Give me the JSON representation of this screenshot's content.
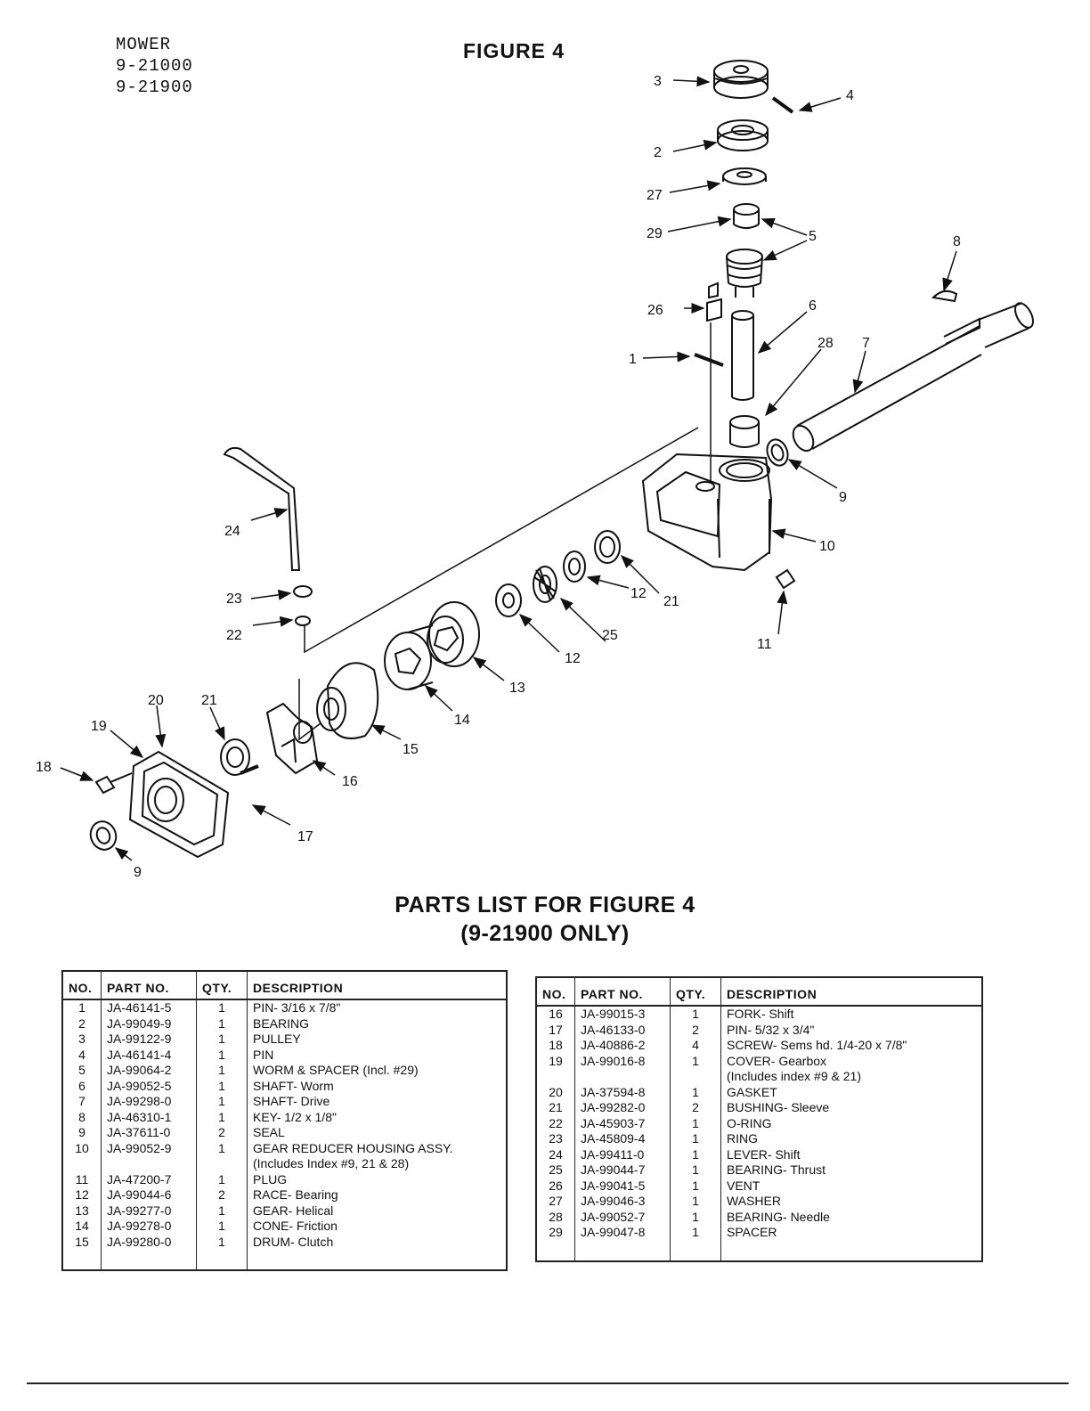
{
  "header": {
    "model_lines": [
      "MOWER",
      "9-21000",
      "9-21900"
    ],
    "figure_title": "FIGURE 4"
  },
  "diagram": {
    "callouts": [
      "1",
      "2",
      "3",
      "4",
      "5",
      "6",
      "7",
      "8",
      "9",
      "10",
      "11",
      "12",
      "13",
      "14",
      "15",
      "16",
      "17",
      "18",
      "19",
      "20",
      "21",
      "22",
      "23",
      "24",
      "25",
      "26",
      "27",
      "28",
      "29"
    ]
  },
  "parts_list": {
    "title": "PARTS LIST FOR FIGURE 4",
    "subtitle": "(9-21900 ONLY)",
    "columns": [
      "NO.",
      "PART NO.",
      "QTY.",
      "DESCRIPTION"
    ],
    "left_rows": [
      {
        "no": "1",
        "part": "JA-46141-5",
        "qty": "1",
        "desc": "PIN- 3/16 x 7/8\""
      },
      {
        "no": "2",
        "part": "JA-99049-9",
        "qty": "1",
        "desc": "BEARING"
      },
      {
        "no": "3",
        "part": "JA-99122-9",
        "qty": "1",
        "desc": "PULLEY"
      },
      {
        "no": "4",
        "part": "JA-46141-4",
        "qty": "1",
        "desc": "PIN"
      },
      {
        "no": "5",
        "part": "JA-99064-2",
        "qty": "1",
        "desc": "WORM & SPACER (Incl. #29)"
      },
      {
        "no": "6",
        "part": "JA-99052-5",
        "qty": "1",
        "desc": "SHAFT- Worm"
      },
      {
        "no": "7",
        "part": "JA-99298-0",
        "qty": "1",
        "desc": "SHAFT- Drive"
      },
      {
        "no": "8",
        "part": "JA-46310-1",
        "qty": "1",
        "desc": "KEY- 1/2 x 1/8\""
      },
      {
        "no": "9",
        "part": "JA-37611-0",
        "qty": "2",
        "desc": "SEAL"
      },
      {
        "no": "10",
        "part": "JA-99052-9",
        "qty": "1",
        "desc": "GEAR REDUCER HOUSING ASSY."
      },
      {
        "no": "",
        "part": "",
        "qty": "",
        "desc": "(Includes Index #9, 21 & 28)"
      },
      {
        "no": "11",
        "part": "JA-47200-7",
        "qty": "1",
        "desc": "PLUG"
      },
      {
        "no": "12",
        "part": "JA-99044-6",
        "qty": "2",
        "desc": "RACE- Bearing"
      },
      {
        "no": "13",
        "part": "JA-99277-0",
        "qty": "1",
        "desc": "GEAR- Helical"
      },
      {
        "no": "14",
        "part": "JA-99278-0",
        "qty": "1",
        "desc": "CONE- Friction"
      },
      {
        "no": "15",
        "part": "JA-99280-0",
        "qty": "1",
        "desc": "DRUM- Clutch"
      }
    ],
    "right_rows": [
      {
        "no": "16",
        "part": "JA-99015-3",
        "qty": "1",
        "desc": "FORK- Shift"
      },
      {
        "no": "17",
        "part": "JA-46133-0",
        "qty": "2",
        "desc": "PIN- 5/32 x 3/4\""
      },
      {
        "no": "18",
        "part": "JA-40886-2",
        "qty": "4",
        "desc": "SCREW- Sems hd. 1/4-20 x 7/8\""
      },
      {
        "no": "19",
        "part": "JA-99016-8",
        "qty": "1",
        "desc": "COVER- Gearbox"
      },
      {
        "no": "",
        "part": "",
        "qty": "",
        "desc": "(Includes index #9 & 21)"
      },
      {
        "no": "20",
        "part": "JA-37594-8",
        "qty": "1",
        "desc": "GASKET"
      },
      {
        "no": "21",
        "part": "JA-99282-0",
        "qty": "2",
        "desc": "BUSHING- Sleeve"
      },
      {
        "no": "22",
        "part": "JA-45903-7",
        "qty": "1",
        "desc": "O-RING"
      },
      {
        "no": "23",
        "part": "JA-45809-4",
        "qty": "1",
        "desc": "RING"
      },
      {
        "no": "24",
        "part": "JA-99411-0",
        "qty": "1",
        "desc": "LEVER- Shift"
      },
      {
        "no": "25",
        "part": "JA-99044-7",
        "qty": "1",
        "desc": "BEARING- Thrust"
      },
      {
        "no": "26",
        "part": "JA-99041-5",
        "qty": "1",
        "desc": "VENT"
      },
      {
        "no": "27",
        "part": "JA-99046-3",
        "qty": "1",
        "desc": "WASHER"
      },
      {
        "no": "28",
        "part": "JA-99052-7",
        "qty": "1",
        "desc": "BEARING- Needle"
      },
      {
        "no": "29",
        "part": "JA-99047-8",
        "qty": "1",
        "desc": "SPACER"
      }
    ]
  }
}
